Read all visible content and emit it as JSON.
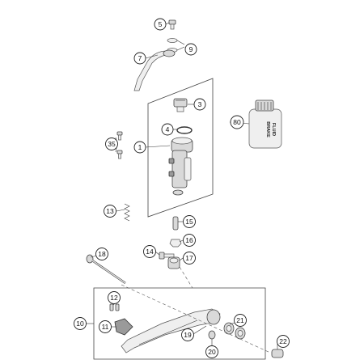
{
  "callouts": [
    {
      "id": "5",
      "text": "5"
    },
    {
      "id": "9",
      "text": "9"
    },
    {
      "id": "7",
      "text": "7"
    },
    {
      "id": "3",
      "text": "3"
    },
    {
      "id": "4",
      "text": "4"
    },
    {
      "id": "1",
      "text": "1"
    },
    {
      "id": "35",
      "text": "35"
    },
    {
      "id": "80",
      "text": "80"
    },
    {
      "id": "13",
      "text": "13"
    },
    {
      "id": "15",
      "text": "15"
    },
    {
      "id": "16",
      "text": "16"
    },
    {
      "id": "14",
      "text": "14"
    },
    {
      "id": "17",
      "text": "17"
    },
    {
      "id": "18",
      "text": "18"
    },
    {
      "id": "12",
      "text": "12"
    },
    {
      "id": "10",
      "text": "10"
    },
    {
      "id": "11",
      "text": "11"
    },
    {
      "id": "21",
      "text": "21"
    },
    {
      "id": "19",
      "text": "19"
    },
    {
      "id": "20",
      "text": "20"
    },
    {
      "id": "22",
      "text": "22"
    }
  ],
  "bottle": {
    "line1": "BRAKE",
    "line2": "FLUID"
  },
  "icons": [
    "brake-fluid-bottle-icon",
    "master-cylinder-icon",
    "brake-pedal-icon",
    "brake-hose-icon",
    "spring-icon",
    "pushrod-icon",
    "banjo-bolt-icon"
  ]
}
